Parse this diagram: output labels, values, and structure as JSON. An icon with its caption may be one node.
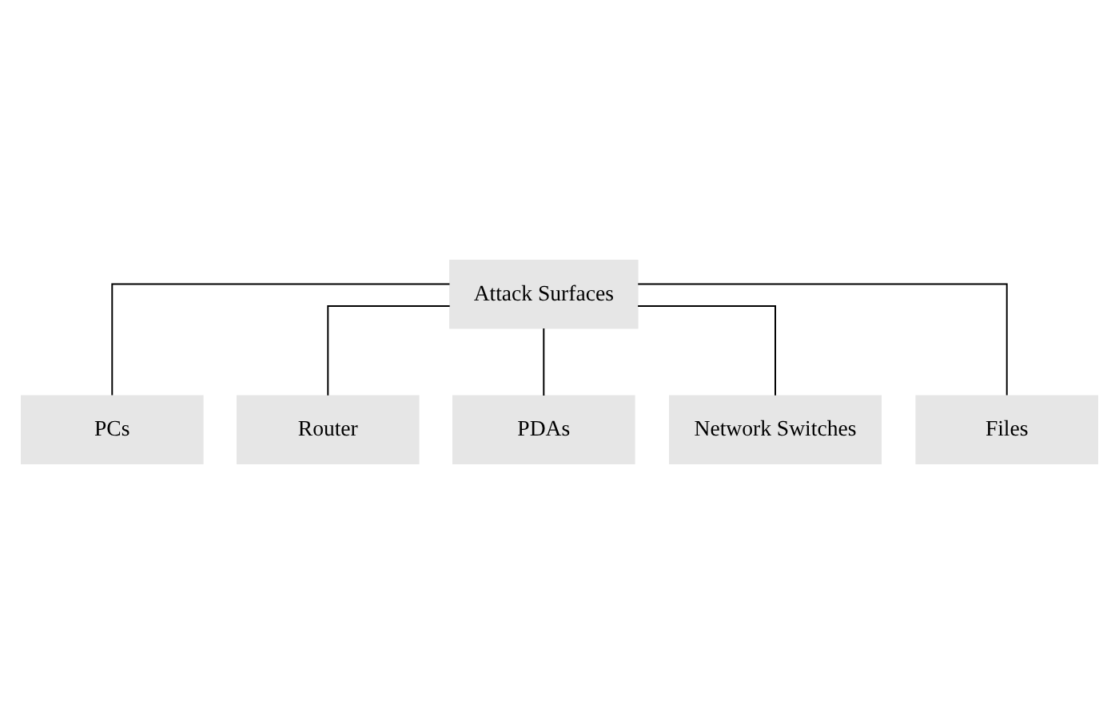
{
  "diagram": {
    "nodes": [
      {
        "text": [
          "Attack Surfaces"
        ]
      },
      {
        "text": [
          "PCs"
        ]
      },
      {
        "text": [
          "Router"
        ]
      },
      {
        "text": [
          "PDAs"
        ]
      },
      {
        "text": [
          "Network Switches"
        ]
      },
      {
        "text": [
          "Files"
        ]
      }
    ],
    "edges": [
      {
        "from": 0,
        "to": 1,
        "arrow": "none"
      },
      {
        "from": 0,
        "to": 2,
        "arrow": "none"
      },
      {
        "from": 0,
        "to": 3,
        "arrow": "none"
      },
      {
        "from": 0,
        "to": 4,
        "arrow": "none"
      },
      {
        "from": 0,
        "to": 5,
        "arrow": "none"
      }
    ]
  }
}
